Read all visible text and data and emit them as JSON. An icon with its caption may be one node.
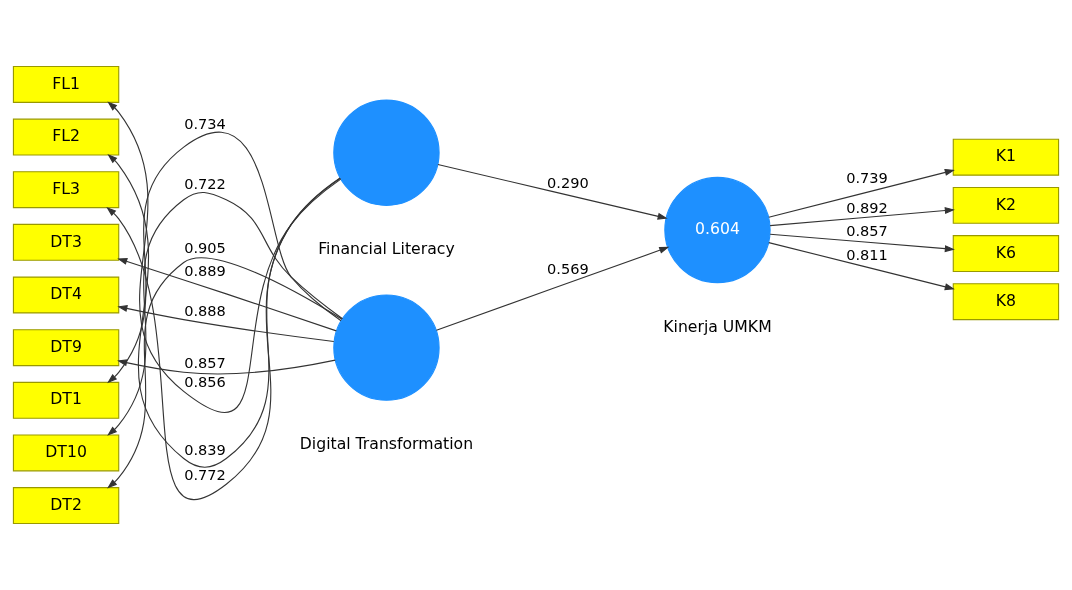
{
  "diagram": {
    "nodes": [
      {
        "text": [],
        "shape": "circle",
        "beside": [
          "Financial Literacy"
        ]
      },
      {
        "text": [
          "FL1"
        ]
      },
      {
        "text": [
          "FL2"
        ]
      },
      {
        "text": [
          "FL3"
        ]
      },
      {
        "text": [],
        "shape": "circle",
        "beside": [
          "Digital Transformation"
        ]
      },
      {
        "text": [
          "DT1"
        ]
      },
      {
        "text": [
          "DT10"
        ]
      },
      {
        "text": [
          "DT2"
        ]
      },
      {
        "text": [
          "DT3"
        ]
      },
      {
        "text": [
          "DT4"
        ]
      },
      {
        "text": [
          "DT9"
        ]
      },
      {
        "text": [
          "0.604"
        ],
        "beside": [
          "Kinerja UMKM"
        ]
      },
      {
        "text": [
          "K1"
        ]
      },
      {
        "text": [
          "K2"
        ]
      },
      {
        "text": [
          "K6"
        ]
      },
      {
        "text": [
          "K8"
        ]
      }
    ],
    "edges": [
      {
        "from": 0,
        "to": 1,
        "arrow": "to",
        "label": "0.856"
      },
      {
        "from": 0,
        "to": 2,
        "arrow": "to",
        "label": "0.839"
      },
      {
        "from": 0,
        "to": 3,
        "arrow": "to",
        "label": "0.772"
      },
      {
        "from": 0,
        "to": 11,
        "arrow": "to",
        "label": "0.290"
      },
      {
        "from": 4,
        "to": 5,
        "arrow": "to",
        "label": "0.734"
      },
      {
        "from": 4,
        "to": 6,
        "arrow": "to",
        "label": "0.722"
      },
      {
        "from": 4,
        "to": 7,
        "arrow": "to",
        "label": "0.905"
      },
      {
        "from": 4,
        "to": 8,
        "arrow": "to",
        "label": "0.889"
      },
      {
        "from": 4,
        "to": 9,
        "arrow": "to",
        "label": "0.888"
      },
      {
        "from": 4,
        "to": 10,
        "arrow": "to",
        "label": "0.857"
      },
      {
        "from": 4,
        "to": 11,
        "arrow": "to",
        "label": "0.569"
      },
      {
        "from": 11,
        "to": 12,
        "arrow": "to",
        "label": "0.739"
      },
      {
        "from": 11,
        "to": 13,
        "arrow": "to",
        "label": "0.892"
      },
      {
        "from": 11,
        "to": 14,
        "arrow": "to",
        "label": "0.857"
      },
      {
        "from": 11,
        "to": 15,
        "arrow": "to",
        "label": "0.811"
      }
    ]
  }
}
